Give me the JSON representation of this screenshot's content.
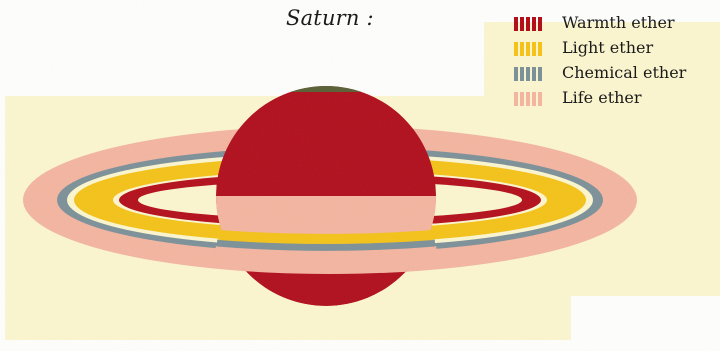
{
  "title": "Saturn :",
  "legend": [
    {
      "label": "Warmth ether",
      "color": "#b3101c"
    },
    {
      "label": "Light ether",
      "color": "#f4c219"
    },
    {
      "label": "Chemical ether",
      "color": "#7d9198"
    },
    {
      "label": "Life ether",
      "color": "#f3b5a0"
    }
  ],
  "colors": {
    "background": "#fbf6cf",
    "planet": "#b10f1d",
    "planet_cap": "#5a6035",
    "warmth_ring": "#b3101c",
    "light_ring": "#f4c219",
    "chemical_ring": "#7d9198",
    "life_ring": "#f3b5a0"
  }
}
